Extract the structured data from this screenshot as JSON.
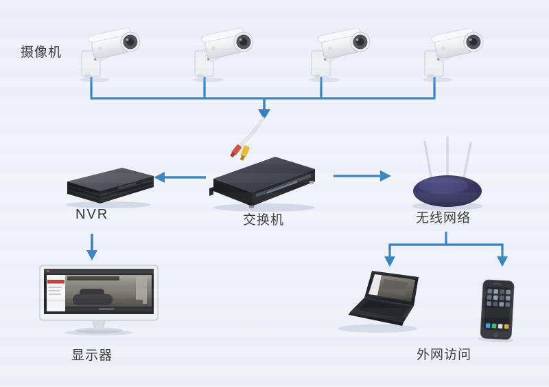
{
  "labels": {
    "cameras": "摄像机",
    "nvr": "NVR",
    "switch": "交换机",
    "wireless": "无线网络",
    "monitor": "显示器",
    "external_access": "外网访问"
  },
  "colors": {
    "connector": "#2979b8",
    "label_text": "#3c3c40",
    "background": "#eef0f8"
  },
  "topology": {
    "nodes": [
      {
        "id": "cameras",
        "label": "摄像机",
        "type": "ip-camera-group",
        "count": 4
      },
      {
        "id": "switch",
        "label": "交换机",
        "type": "network-switch"
      },
      {
        "id": "nvr",
        "label": "NVR",
        "type": "network-video-recorder"
      },
      {
        "id": "wireless",
        "label": "无线网络",
        "type": "wifi-router",
        "antennas": 3
      },
      {
        "id": "monitor",
        "label": "显示器",
        "type": "display"
      },
      {
        "id": "external",
        "label": "外网访问",
        "type": "remote-clients",
        "devices": [
          "laptop",
          "phone"
        ]
      }
    ],
    "connections": [
      {
        "from": "cameras",
        "to": "switch"
      },
      {
        "from": "switch",
        "to": "nvr"
      },
      {
        "from": "switch",
        "to": "wireless"
      },
      {
        "from": "nvr",
        "to": "monitor"
      },
      {
        "from": "wireless",
        "to": "external"
      }
    ]
  }
}
